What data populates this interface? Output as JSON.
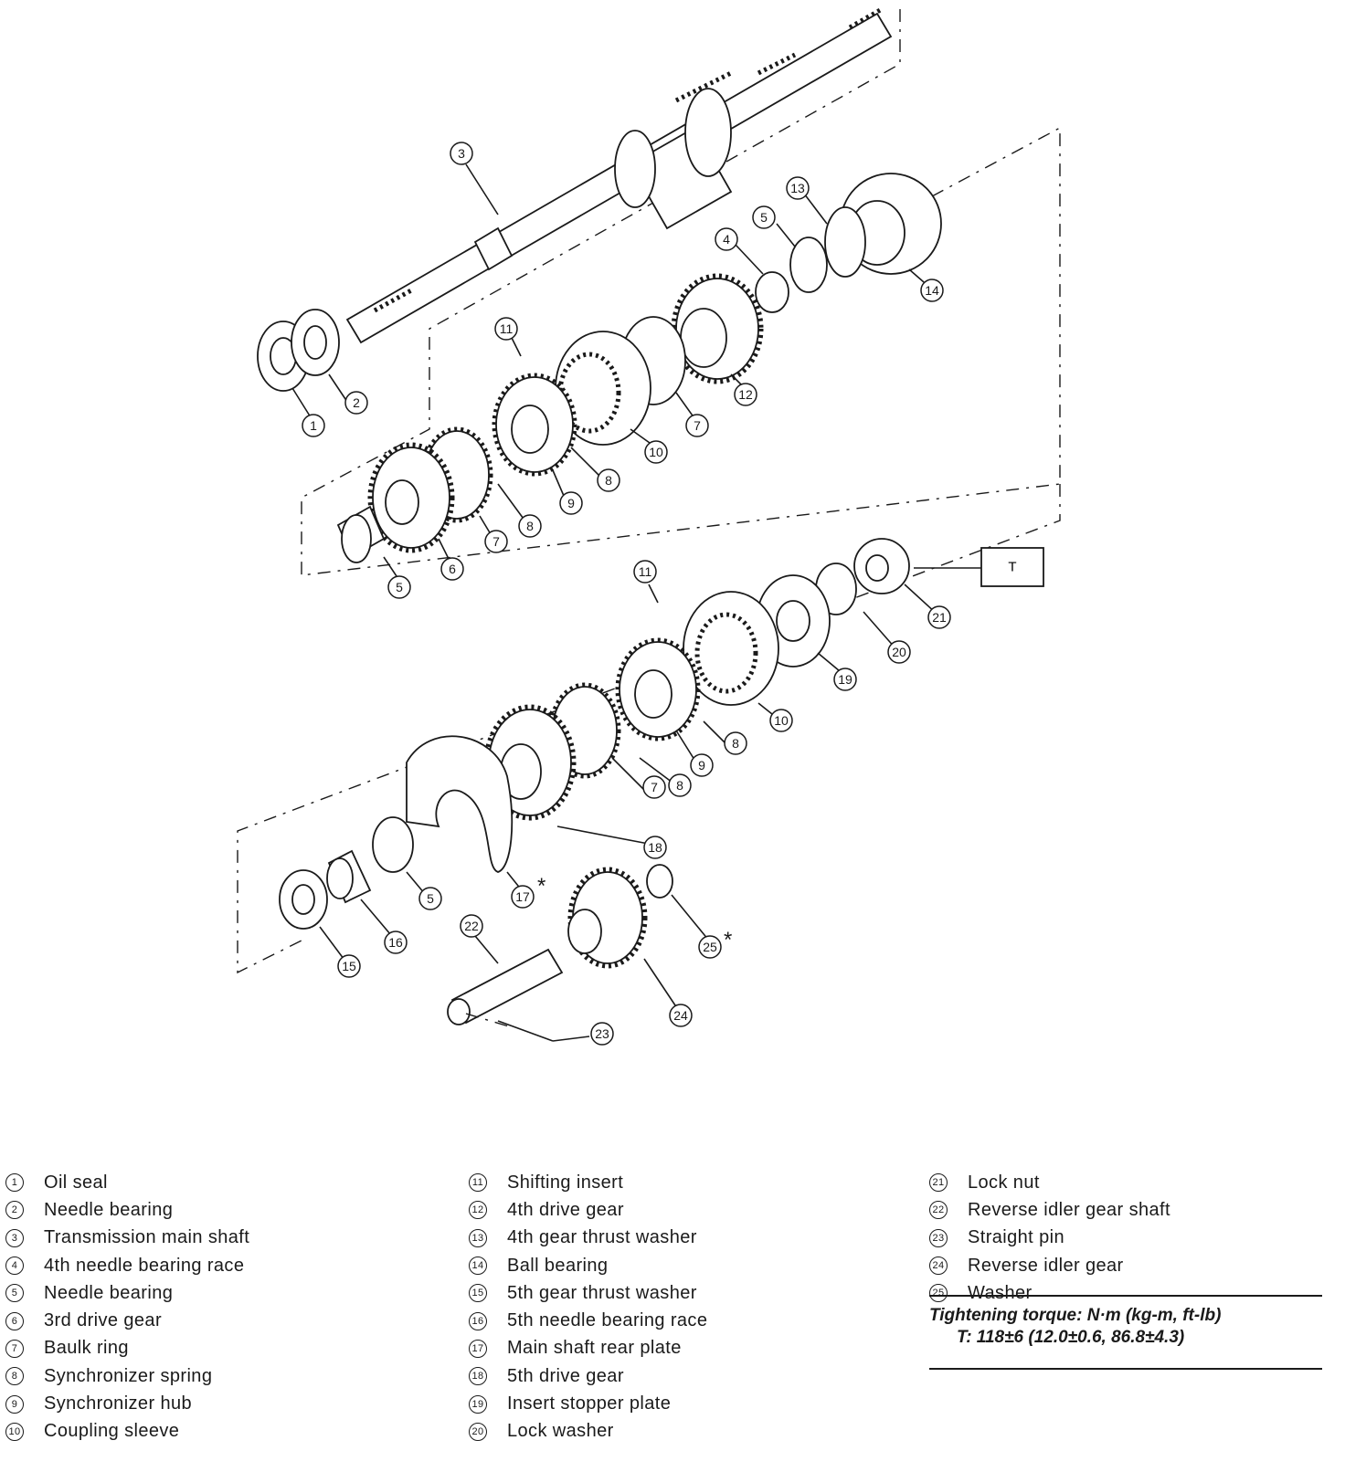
{
  "legend": {
    "items": [
      {
        "num": "1",
        "label": "Oil seal"
      },
      {
        "num": "2",
        "label": "Needle bearing"
      },
      {
        "num": "3",
        "label": "Transmission main shaft"
      },
      {
        "num": "4",
        "label": "4th needle bearing race"
      },
      {
        "num": "5",
        "label": "Needle bearing"
      },
      {
        "num": "6",
        "label": "3rd drive gear"
      },
      {
        "num": "7",
        "label": "Baulk ring"
      },
      {
        "num": "8",
        "label": "Synchronizer spring"
      },
      {
        "num": "9",
        "label": "Synchronizer hub"
      },
      {
        "num": "10",
        "label": "Coupling sleeve"
      },
      {
        "num": "11",
        "label": "Shifting insert"
      },
      {
        "num": "12",
        "label": "4th drive gear"
      },
      {
        "num": "13",
        "label": "4th gear thrust washer"
      },
      {
        "num": "14",
        "label": "Ball bearing"
      },
      {
        "num": "15",
        "label": "5th gear thrust washer"
      },
      {
        "num": "16",
        "label": "5th needle bearing race"
      },
      {
        "num": "17",
        "label": "Main shaft rear plate"
      },
      {
        "num": "18",
        "label": "5th drive gear"
      },
      {
        "num": "19",
        "label": "Insert stopper plate"
      },
      {
        "num": "20",
        "label": "Lock washer"
      },
      {
        "num": "21",
        "label": "Lock nut"
      },
      {
        "num": "22",
        "label": "Reverse idler gear shaft"
      },
      {
        "num": "23",
        "label": "Straight pin"
      },
      {
        "num": "24",
        "label": "Reverse idler gear"
      },
      {
        "num": "25",
        "label": "Washer"
      }
    ]
  },
  "torque": {
    "heading": "Tightening torque: N·m (kg-m, ft-lb)",
    "value": "T: 118±6 (12.0±0.6, 86.8±4.3)"
  },
  "diagram": {
    "torque_box_label": "T",
    "asterisk": "*",
    "callouts": [
      "3",
      "13",
      "5",
      "4",
      "14",
      "11",
      "2",
      "1",
      "12",
      "7",
      "10",
      "8",
      "9",
      "7",
      "8",
      "6",
      "5",
      "11",
      "21",
      "20",
      "19",
      "10",
      "8",
      "9",
      "7",
      "8",
      "18",
      "17",
      "5",
      "16",
      "15",
      "22",
      "25",
      "24",
      "23"
    ]
  }
}
